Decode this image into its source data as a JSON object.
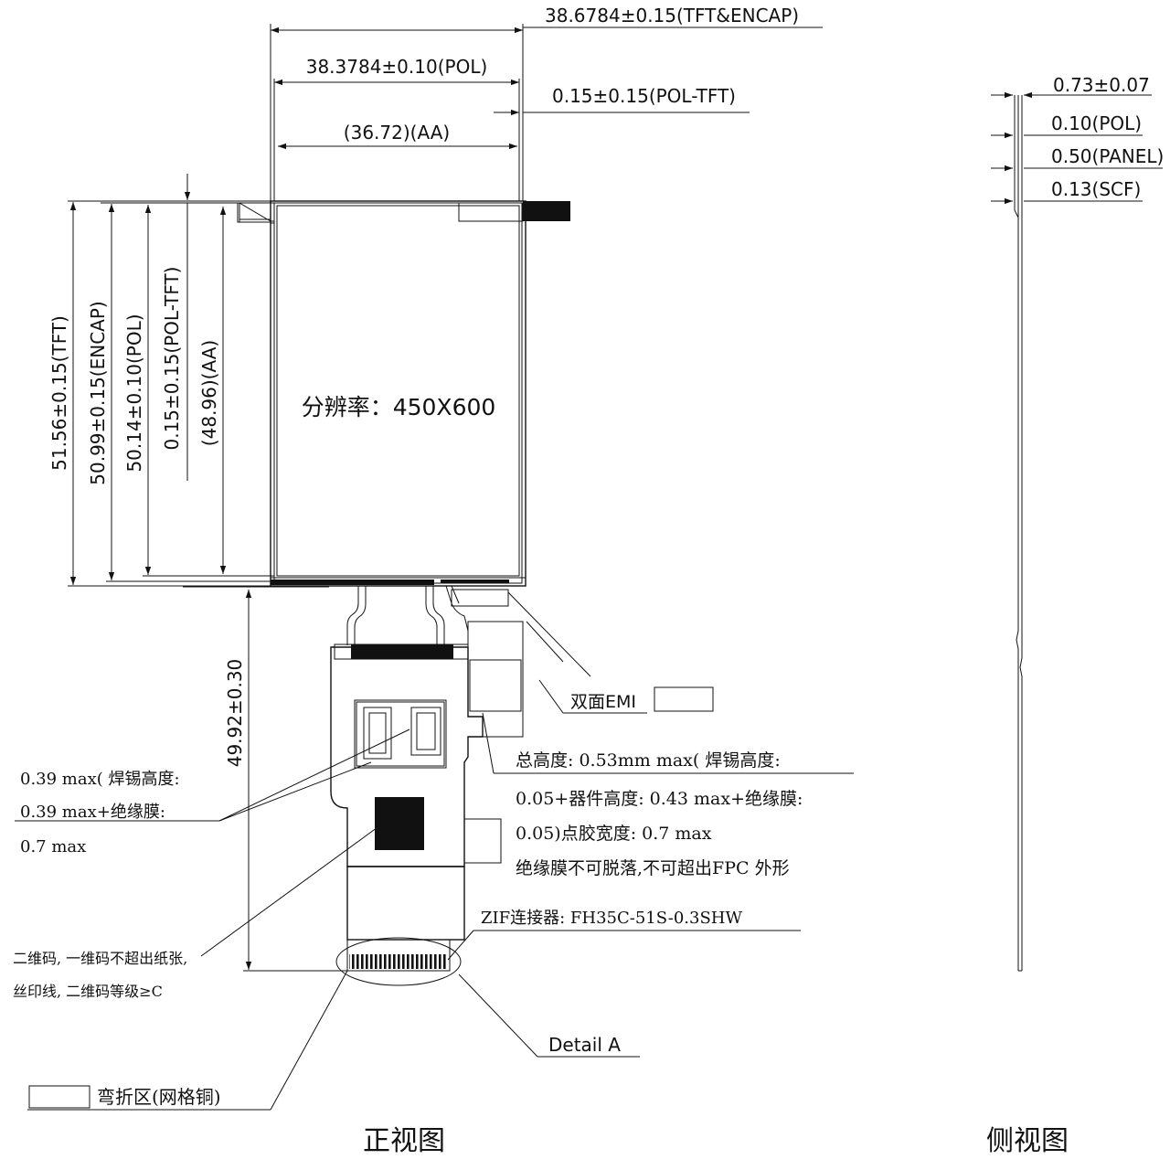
{
  "dims": {
    "w_tft_encap": "38.6784±0.15(TFT&ENCAP)",
    "w_pol": "38.3784±0.10(POL)",
    "w_pol_tft": "0.15±0.15(POL-TFT)",
    "w_aa": "(36.72)(AA)",
    "h_tft": "51.56±0.15(TFT)",
    "h_encap": "50.99±0.15(ENCAP)",
    "h_pol": "50.14±0.10(POL)",
    "h_pol_tft": "0.15±0.15(POL-TFT)",
    "h_aa": "(48.96)(AA)",
    "h_fpc": "49.92±0.30"
  },
  "panel": {
    "resolution": "分辨率：450X600"
  },
  "side": {
    "total": "0.73±0.07",
    "pol": "0.10(POL)",
    "panel": "0.50(PANEL)",
    "scf": "0.13(SCF)"
  },
  "notes": {
    "emi": "双面EMI",
    "solder_1": "0.39 max( 焊锡高度:",
    "solder_2": "0.39 max+绝缘膜:",
    "solder_3": "0.7 max",
    "total_1": "总高度: 0.53mm max( 焊锡高度:",
    "total_2": "0.05+器件高度: 0.43 max+绝缘膜:",
    "total_3": "0.05)点胶宽度: 0.7 max",
    "total_4": "绝缘膜不可脱落,不可超出FPC 外形",
    "zif": "ZIF连接器: FH35C-51S-0.3SHW",
    "qr_1": "二维码, 一维码不超出纸张,",
    "qr_2": "丝印线, 二维码等级≥C",
    "detail": "Detail A",
    "bend": "弯折区(网格铜)"
  },
  "views": {
    "front": "正视图",
    "side": "侧视图"
  }
}
